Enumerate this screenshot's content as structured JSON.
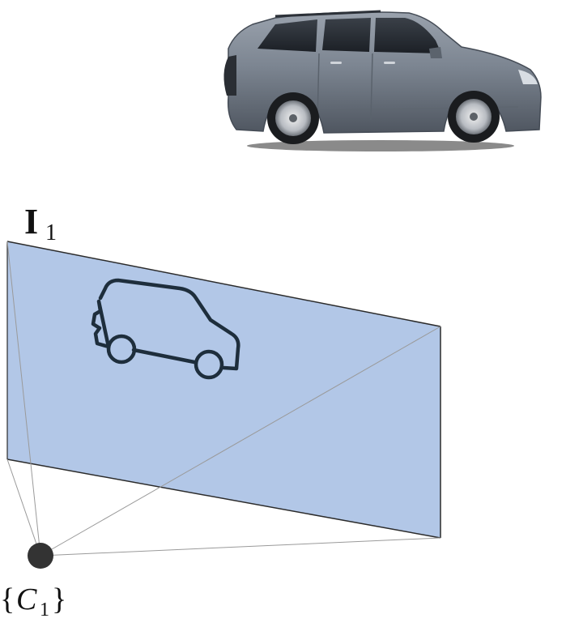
{
  "labels": {
    "image_plane": "I",
    "image_plane_sub": "1",
    "camera_open": "{",
    "camera_symbol": "C",
    "camera_sub": "1",
    "camera_close": "}"
  },
  "icons": {
    "photo": "car-photo-icon",
    "outline": "car-outline-icon",
    "camera": "camera-center-icon"
  },
  "colors": {
    "plane_fill": "#b2c7e7",
    "plane_edge": "#2b2b2b",
    "ray": "#9a9a9a",
    "car_body": "#7e8692",
    "car_outline": "#1e2e3c",
    "camera_dot": "#333333"
  }
}
